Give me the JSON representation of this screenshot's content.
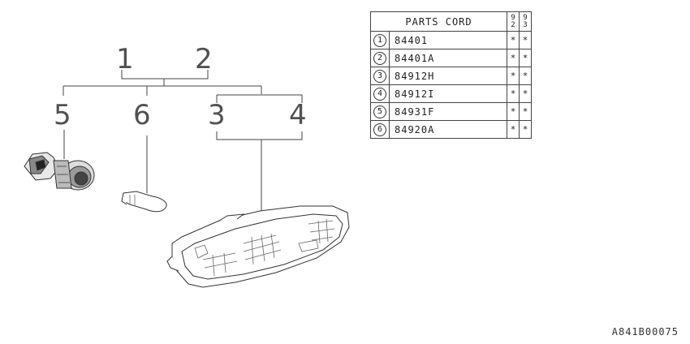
{
  "diagram": {
    "labels": {
      "l1": "1",
      "l2": "2",
      "l3": "3",
      "l4": "4",
      "l5": "5",
      "l6": "6"
    }
  },
  "table": {
    "header": "PARTS CORD",
    "years": [
      {
        "top": "9",
        "bottom": "2"
      },
      {
        "top": "9",
        "bottom": "3"
      }
    ],
    "rows": [
      {
        "num": "1",
        "code": "84401",
        "m1": "*",
        "m2": "*"
      },
      {
        "num": "2",
        "code": "84401A",
        "m1": "*",
        "m2": "*"
      },
      {
        "num": "3",
        "code": "84912H",
        "m1": "*",
        "m2": "*"
      },
      {
        "num": "4",
        "code": "84912I",
        "m1": "*",
        "m2": "*"
      },
      {
        "num": "5",
        "code": "84931F",
        "m1": "*",
        "m2": "*"
      },
      {
        "num": "6",
        "code": "84920A",
        "m1": "*",
        "m2": "*"
      }
    ]
  },
  "reference_code": "A841B00075"
}
